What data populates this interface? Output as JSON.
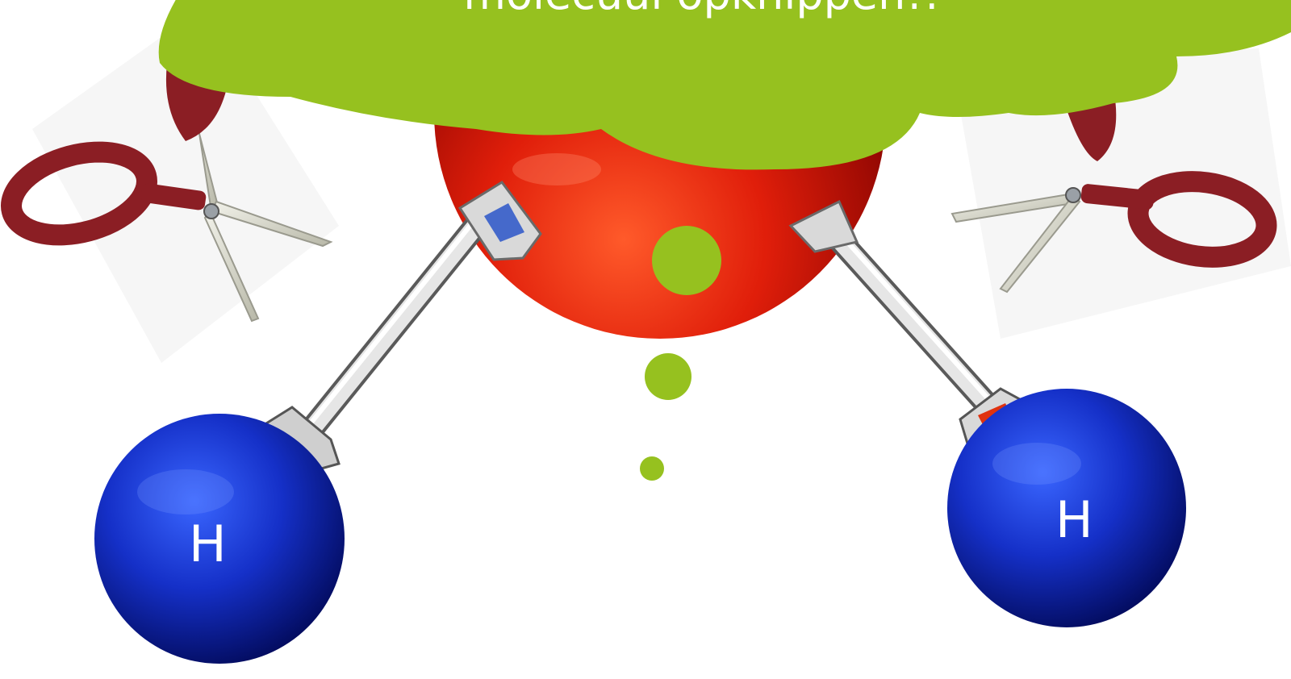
{
  "cloud": {
    "text": "molecuul opknippen!!",
    "color": "#96C11F"
  },
  "atoms": {
    "left_label": "H",
    "right_label": "H"
  },
  "colors": {
    "hydrogen": "#1530C8",
    "oxygen": "#E01E0A",
    "bond": "#D8D8D8",
    "scissor_handle": "#8B1E24"
  },
  "icons": [
    "scissors-icon",
    "scissors-icon"
  ]
}
